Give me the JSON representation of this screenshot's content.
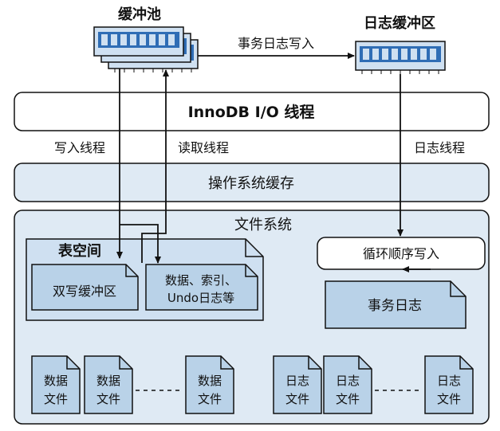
{
  "buffer_pool": {
    "label": "缓冲池"
  },
  "log_buffer": {
    "label": "日志缓冲区"
  },
  "arrows": {
    "txn_log_write": "事务日志写入",
    "write_thread": "写入线程",
    "read_thread": "读取线程",
    "log_thread": "日志线程"
  },
  "innodb_io": {
    "label": "InnoDB I/O 线程"
  },
  "os_cache": {
    "label": "操作系统缓存"
  },
  "filesystem": {
    "label": "文件系统",
    "tablespace": {
      "label": "表空间",
      "doublewrite": "双写缓冲区",
      "data_index_line1": "数据、索引、",
      "data_index_line2": "Undo日志等"
    },
    "circular_write": "循环顺序写入",
    "txn_log": "事务日志",
    "data_file_line1": "数据",
    "data_file_line2": "文件",
    "log_file_line1": "日志",
    "log_file_line2": "文件"
  },
  "colors": {
    "panel_fill": "#dfeaf4",
    "doc_fill": "#b9d2e8",
    "stroke": "#111111",
    "memory_chip": "#2f6db5"
  }
}
